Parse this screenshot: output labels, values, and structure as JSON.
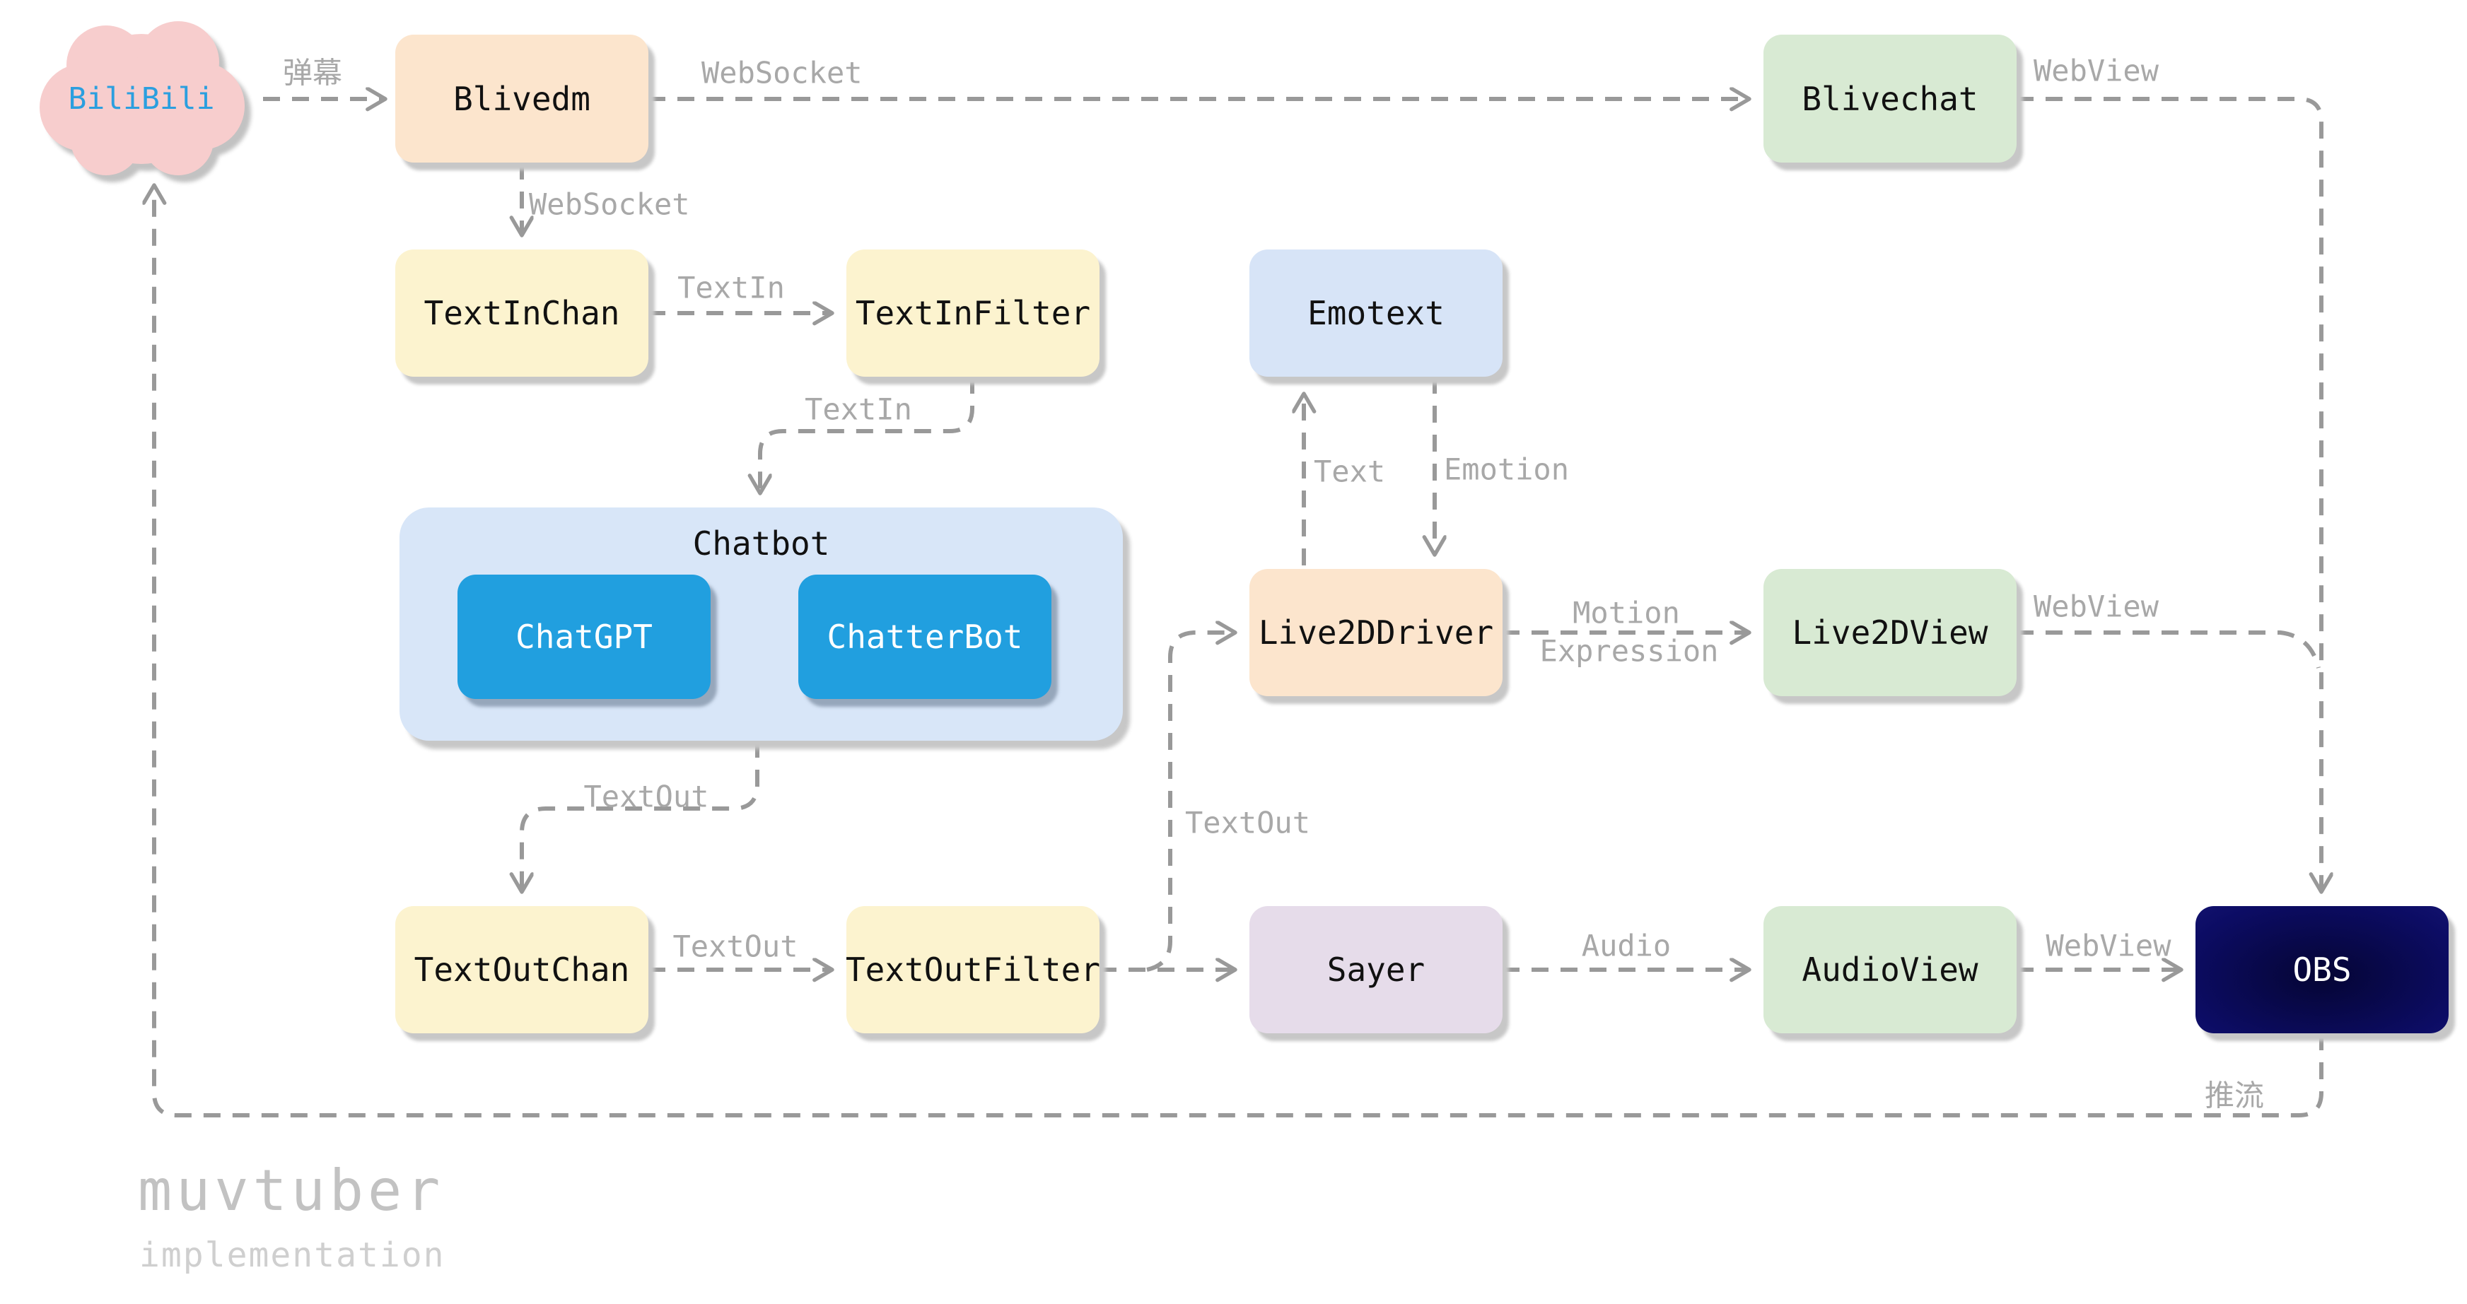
{
  "diagram": {
    "footer": {
      "title": "muvtuber",
      "subtitle": "implementation"
    },
    "nodes": {
      "bilibili": {
        "label": "BiliBili",
        "shape": "cloud",
        "color": "#f7cdcd",
        "text_color": "#2b9fdf"
      },
      "blivedm": {
        "label": "Blivedm",
        "color": "#fce5cd"
      },
      "blivechat": {
        "label": "Blivechat",
        "color": "#d8ead3"
      },
      "textinchan": {
        "label": "TextInChan",
        "color": "#fcf3cf"
      },
      "textinfilter": {
        "label": "TextInFilter",
        "color": "#fcf3cf"
      },
      "emotext": {
        "label": "Emotext",
        "color": "#d7e4f7"
      },
      "chatbot": {
        "label": "Chatbot",
        "color": "#d8e6f8"
      },
      "chatgpt": {
        "label": "ChatGPT",
        "color": "#219fdf"
      },
      "chatterbot": {
        "label": "ChatterBot",
        "color": "#219fdf"
      },
      "live2ddriver": {
        "label": "Live2DDriver",
        "color": "#fce5cd"
      },
      "live2dview": {
        "label": "Live2DView",
        "color": "#d8ead3"
      },
      "textoutchan": {
        "label": "TextOutChan",
        "color": "#fcf3cf"
      },
      "textoutfilter": {
        "label": "TextOutFilter",
        "color": "#fcf3cf"
      },
      "sayer": {
        "label": "Sayer",
        "color": "#e6dcea"
      },
      "audioview": {
        "label": "AudioView",
        "color": "#d8ead3"
      },
      "obs": {
        "label": "OBS",
        "color": "#0a0a57",
        "text_color": "#ffffff"
      }
    },
    "edge_labels": {
      "danmaku": "弹幕",
      "websocket_top": "WebSocket",
      "webview_blivechat": "WebView",
      "websocket_down": "WebSocket",
      "textin_row": "TextIn",
      "textin_bend": "TextIn",
      "textout_chatbot": "TextOut",
      "textout_row": "TextOut",
      "textout_branch": "TextOut",
      "text_up": "Text",
      "emotion_down": "Emotion",
      "motion": "Motion",
      "expression": "Expression",
      "audio": "Audio",
      "webview_live2d": "WebView",
      "webview_audio": "WebView",
      "push_stream": "推流"
    },
    "colors": {
      "line": "#999999",
      "edge_label": "#a8a8a8",
      "footer_text": "#c6c6c6",
      "background": "#ffffff"
    }
  }
}
